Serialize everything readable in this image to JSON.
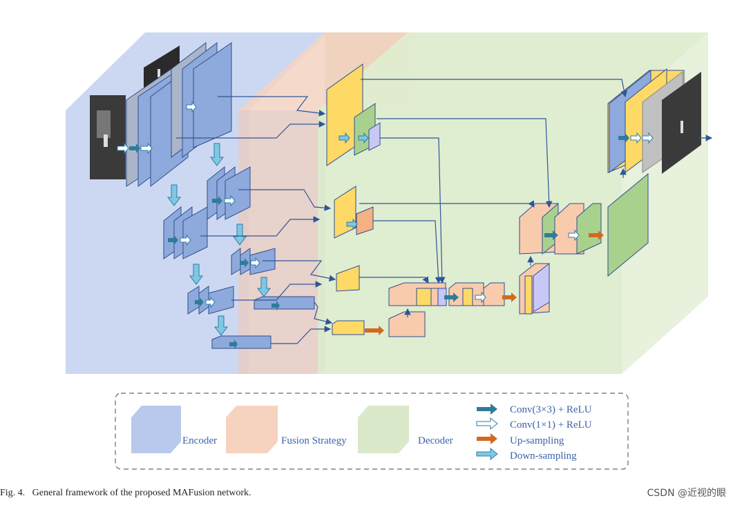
{
  "legend": {
    "regions": [
      {
        "label": "Encoder",
        "color": "#b8c9ec"
      },
      {
        "label": "Fusion Strategy",
        "color": "#f6d3bf"
      },
      {
        "label": "Decoder",
        "color": "#d9e9c9"
      }
    ],
    "arrows": [
      {
        "label": "Conv(3×3) + ReLU",
        "color": "#2f7c99"
      },
      {
        "label": "Conv(1×1) + ReLU",
        "color": "#ffffff"
      },
      {
        "label": "Up-sampling",
        "color": "#d2691e"
      },
      {
        "label": "Down-sampling",
        "color": "#7ec8e3"
      }
    ]
  },
  "caption": "Fig. 4.   General framework of the proposed MAFusion network.",
  "watermark": "CSDN @近视的眼",
  "colors": {
    "encoder_block": "#8ea9db",
    "fusion_yellow": "#ffd966",
    "fusion_orange": "#f4b183",
    "decoder_green": "#a9d18e",
    "lavender": "#c9c7f7",
    "peach": "#f8cbad",
    "line": "#2e5597"
  }
}
